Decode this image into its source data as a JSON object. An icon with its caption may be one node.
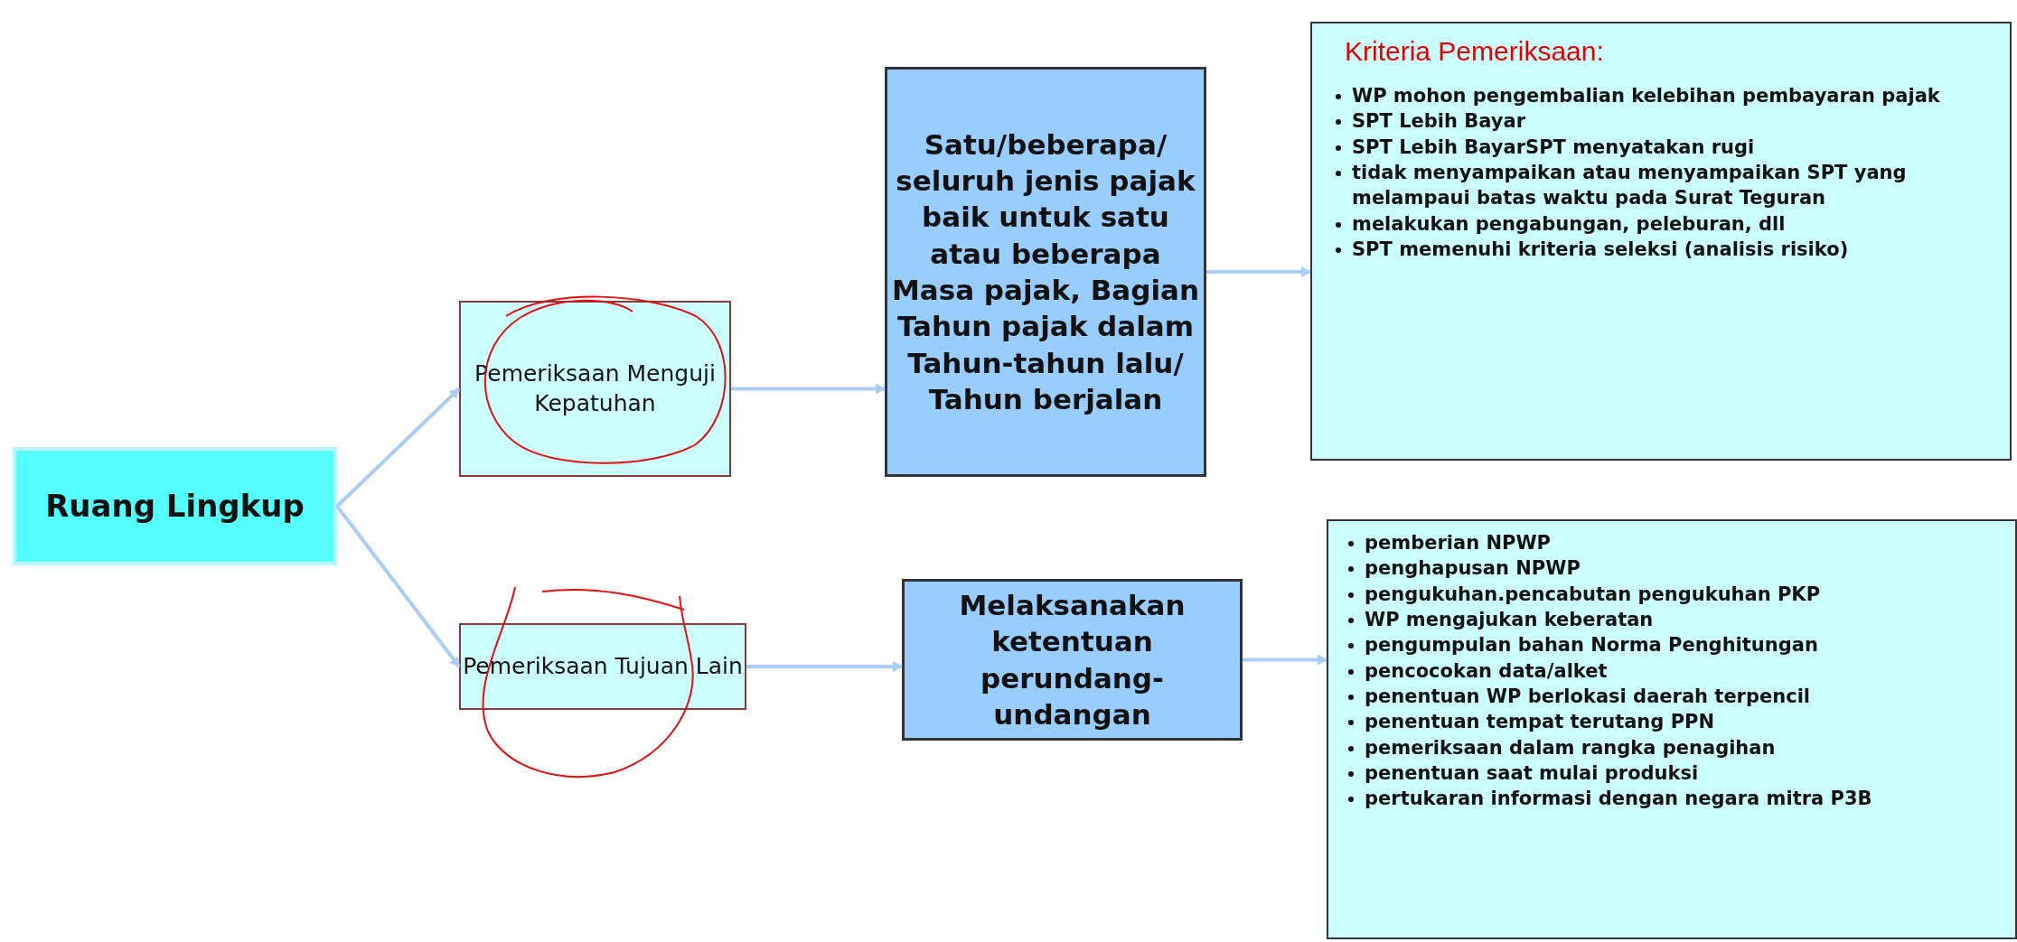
{
  "diagram": {
    "nodes": [
      {
        "text": [
          "Ruang Lingkup"
        ]
      },
      {
        "text": [
          "Pemeriksaan Menguji Kepatuhan"
        ]
      },
      {
        "text": [
          "Satu/beberapa/ seluruh jenis pajak baik untuk satu atau beberapa Masa pajak, Bagian Tahun pajak dalam Tahun-tahun lalu/ Tahun berjalan"
        ]
      },
      {
        "text": [
          "Kriteria Pemeriksaan:",
          "WP mohon pengembalian kelebihan pembayaran pajak",
          "SPT Lebih Bayar",
          "SPT Lebih BayarSPT menyatakan rugi",
          "tidak menyampaikan atau menyampaikan SPT yang melampaui batas waktu pada Surat Teguran",
          "melakukan pengabungan, peleburan, dll",
          "SPT memenuhi kriteria seleksi (analisis risiko)"
        ]
      },
      {
        "text": [
          "Pemeriksaan Tujuan Lain"
        ]
      },
      {
        "text": [
          "Melaksanakan ketentuan perundang-undangan"
        ]
      },
      {
        "text": [
          "pemberian NPWP",
          "penghapusan NPWP",
          "pengukuhan.pencabutan pengukuhan PKP",
          "WP mengajukan keberatan",
          "pengumpulan bahan Norma Penghitungan",
          "pencocokan data/alket",
          "penentuan WP berlokasi daerah terpencil",
          "penentuan tempat terutang PPN",
          "pemeriksaan dalam rangka penagihan",
          "penentuan saat mulai produksi",
          "pertukaran informasi dengan negara mitra P3B"
        ]
      }
    ],
    "edges": [
      {
        "from": 0,
        "to": 1,
        "arrow": "to"
      },
      {
        "from": 0,
        "to": 4,
        "arrow": "to"
      },
      {
        "from": 1,
        "to": 2,
        "arrow": "to"
      },
      {
        "from": 2,
        "to": 3,
        "arrow": "to"
      },
      {
        "from": 4,
        "to": 5,
        "arrow": "to"
      },
      {
        "from": 5,
        "to": 6,
        "arrow": "to"
      }
    ]
  }
}
